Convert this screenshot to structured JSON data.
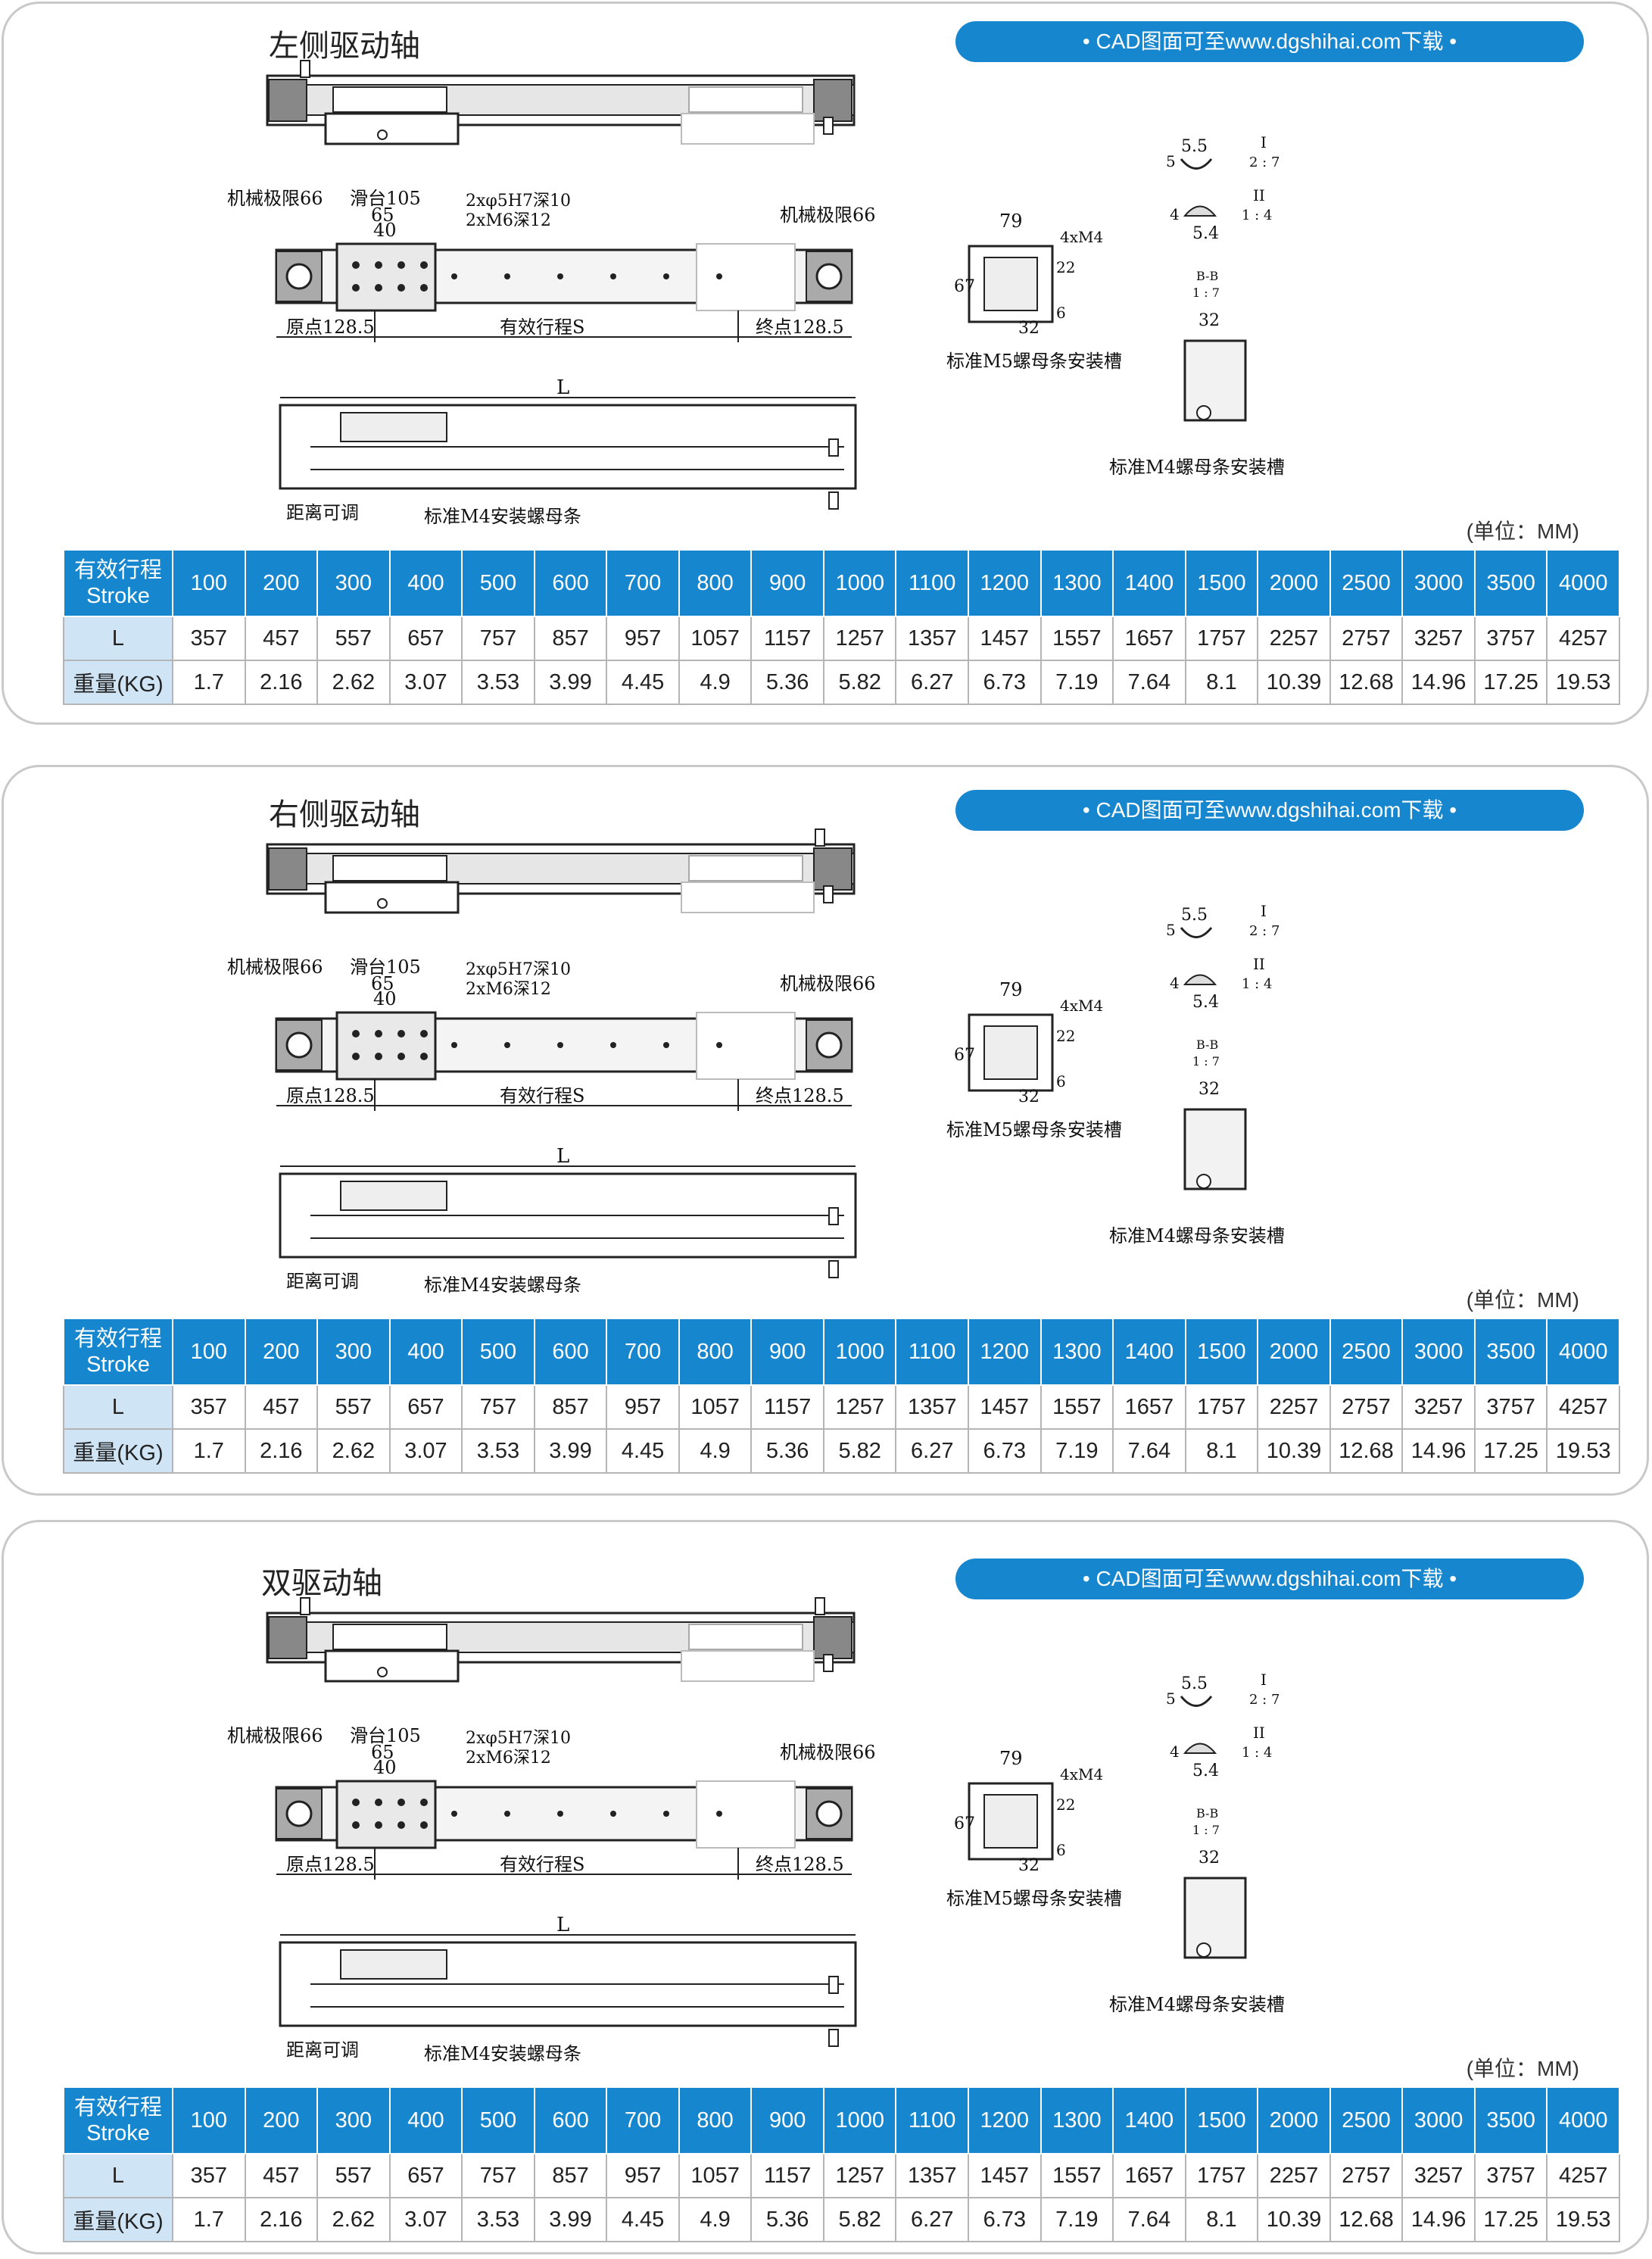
{
  "cad_link": "• CAD图面可至www.dgshihai.com下载 •",
  "unit": "(单位：MM)",
  "table": {
    "head_cn": "有效行程",
    "head_en": "Stroke",
    "row_l": "L",
    "row_w": "重量(KG)",
    "strokes": [
      "100",
      "200",
      "300",
      "400",
      "500",
      "600",
      "700",
      "800",
      "900",
      "1000",
      "1100",
      "1200",
      "1300",
      "1400",
      "1500",
      "2000",
      "2500",
      "3000",
      "3500",
      "4000"
    ],
    "lengths": [
      "357",
      "457",
      "557",
      "657",
      "757",
      "857",
      "957",
      "1057",
      "1157",
      "1257",
      "1357",
      "1457",
      "1557",
      "1657",
      "1757",
      "2257",
      "2757",
      "3257",
      "3757",
      "4257"
    ],
    "weights": [
      "1.7",
      "2.16",
      "2.62",
      "3.07",
      "3.53",
      "3.99",
      "4.45",
      "4.9",
      "5.36",
      "5.82",
      "6.27",
      "6.73",
      "7.19",
      "7.64",
      "8.1",
      "10.39",
      "12.68",
      "14.96",
      "17.25",
      "19.53"
    ]
  },
  "labels": {
    "mech_limit": "机械极限66",
    "slide": "滑台105",
    "holes": "2xφ5H7深10",
    "m6": "2xM6深12",
    "d65": "65",
    "d40": "40",
    "origin": "原点128.5",
    "stroke": "有效行程S",
    "end": "终点128.5",
    "L": "L",
    "adjust": "距离可调",
    "m4_strip": "标准M4安装螺母条",
    "d79": "79",
    "d67": "67",
    "d32": "32",
    "d6": "6",
    "d22": "22",
    "m4x4": "4xM4",
    "m5_slot": "标准M5螺母条安装槽",
    "m4_slot": "标准M4螺母条安装槽",
    "d55": "5.5",
    "d5": "5",
    "d4": "4",
    "d54": "5.4",
    "sec_I": "I",
    "scale_27": "2 : 7",
    "sec_II": "II",
    "scale_14": "1 : 4",
    "sec_BB": "B-B",
    "scale_17": "1 : 7"
  },
  "panels": [
    {
      "title": "左侧驱动轴"
    },
    {
      "title": "右侧驱动轴"
    },
    {
      "title": "双驱动轴"
    }
  ]
}
